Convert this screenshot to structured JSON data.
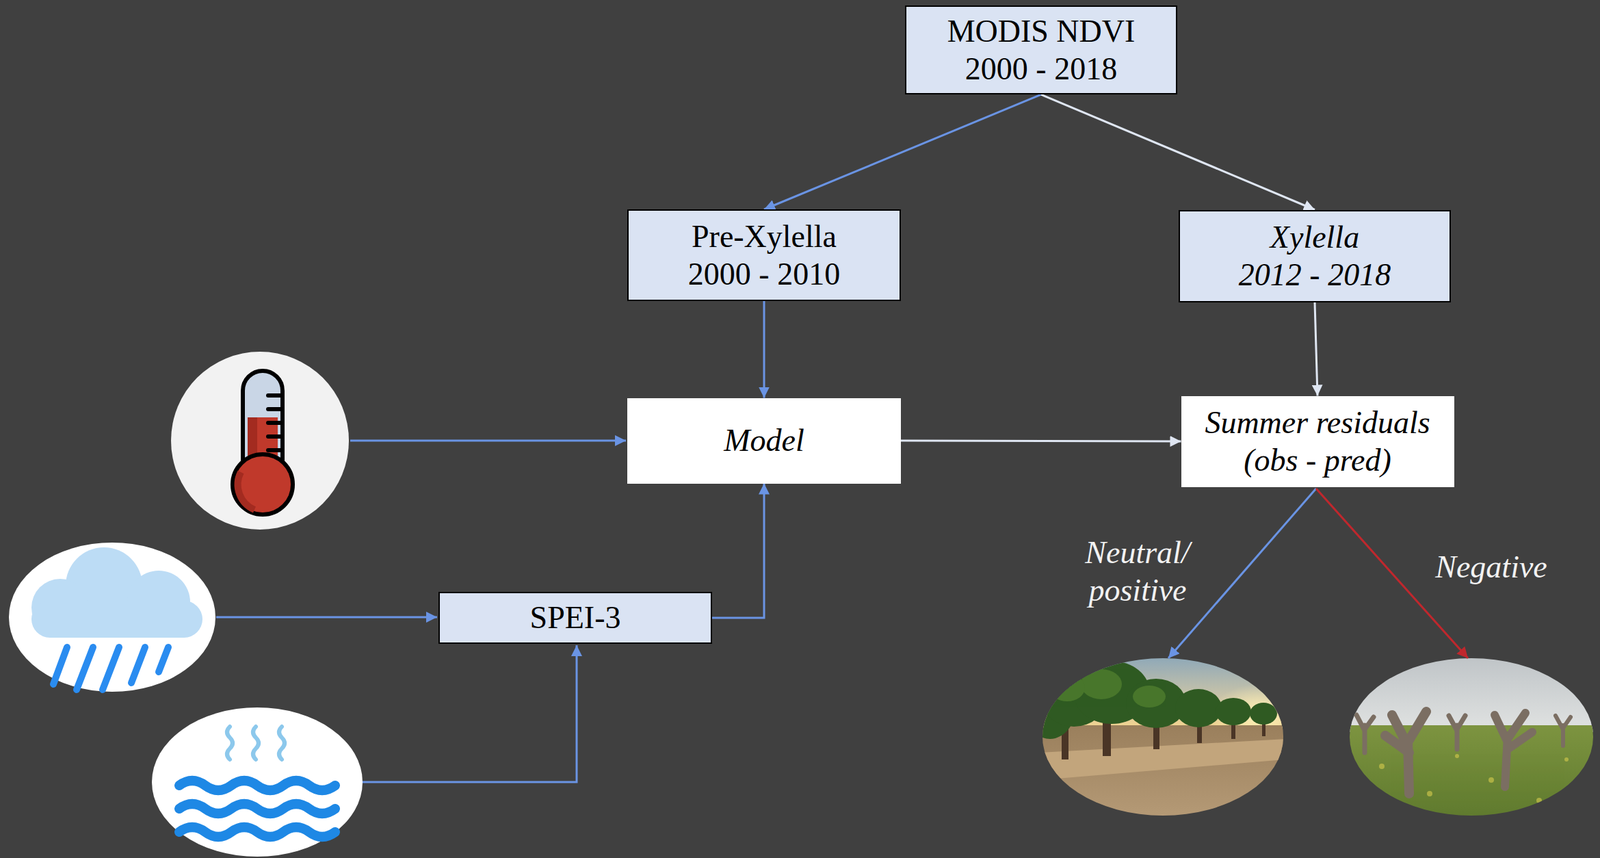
{
  "diagram": {
    "nodes": [
      {
        "text": [
          "MODIS NDVI 2000 - 2018"
        ]
      },
      {
        "text": [
          "Pre-Xylella 2000 - 2010"
        ]
      },
      {
        "text": [
          "Xylella 2012 - 2018"
        ]
      },
      {
        "text": [
          "Model"
        ]
      },
      {
        "text": [
          "Summer residuals (obs - pred)"
        ]
      },
      {
        "text": [
          "SPEI-3"
        ]
      }
    ],
    "edges": [
      {
        "from": 0,
        "to": 1,
        "arrow": "to"
      },
      {
        "from": 0,
        "to": 2,
        "arrow": "to"
      },
      {
        "from": 1,
        "to": 3,
        "arrow": "to"
      },
      {
        "from": 2,
        "to": 4,
        "arrow": "to"
      },
      {
        "from": 5,
        "to": 3,
        "arrow": "to"
      },
      {
        "from": 3,
        "to": 4,
        "arrow": "to"
      }
    ],
    "labels": [
      "Neutral/ positive",
      "Negative"
    ]
  }
}
